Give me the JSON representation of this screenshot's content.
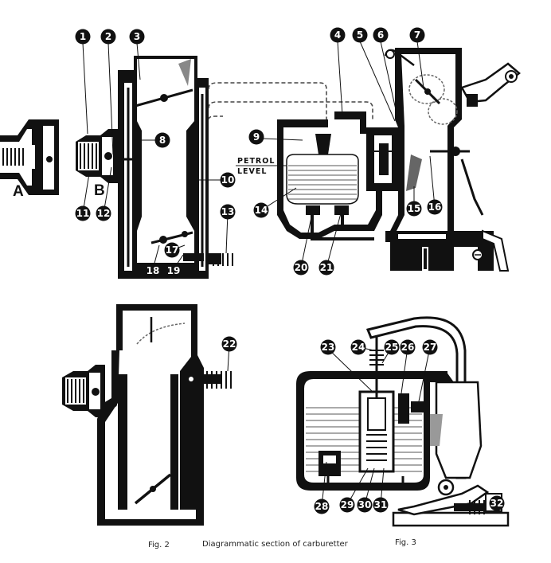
{
  "labels": {
    "a": "A",
    "b": "B",
    "petrol_line1": "PETROL",
    "petrol_line2": "LEVEL"
  },
  "captions": {
    "fig2": "Fig. 2",
    "title": "Diagrammatic section of carburetter",
    "fig3": "Fig. 3"
  },
  "callouts": [
    "1",
    "2",
    "3",
    "4",
    "5",
    "6",
    "7",
    "8",
    "9",
    "10",
    "11",
    "12",
    "13",
    "14",
    "15",
    "16",
    "17",
    "18",
    "19",
    "20",
    "21",
    "22",
    "23",
    "24",
    "25",
    "26",
    "27",
    "28",
    "29",
    "30",
    "31",
    "32"
  ],
  "colors": {
    "ink": "#111111",
    "callout": "#111111",
    "paper": "#ffffff"
  }
}
